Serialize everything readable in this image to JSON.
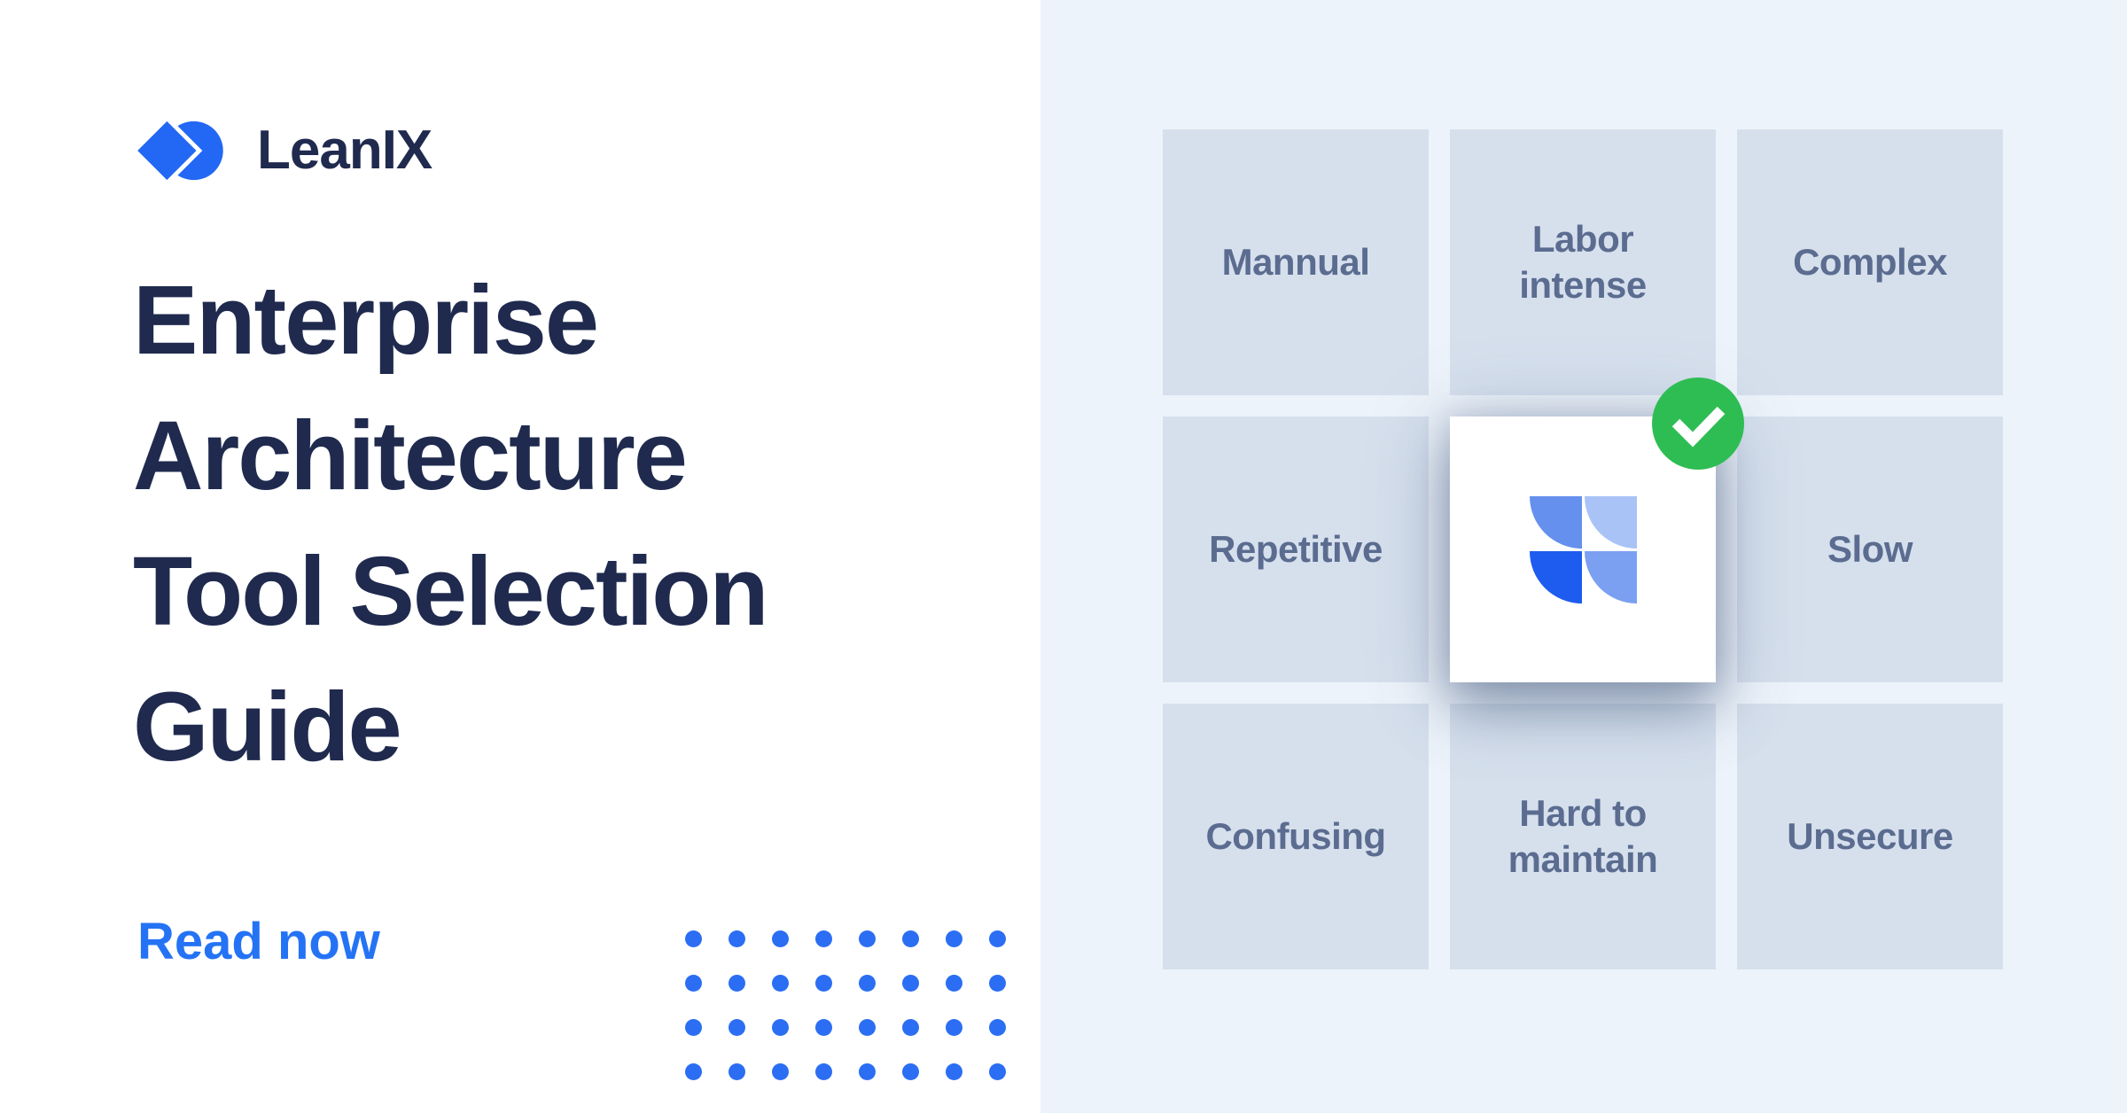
{
  "left_panel": {
    "logo": {
      "text": "LeanIX",
      "mark": "leanix-mark-icon"
    },
    "heading_lines": [
      "Enterprise",
      "Architecture",
      "Tool Selection",
      "Guide"
    ],
    "cta_label": "Read now",
    "dots": {
      "rows": 4,
      "cols": 8
    }
  },
  "right_panel": {
    "cards": [
      {
        "label": "Mannual"
      },
      {
        "label": "Labor intense"
      },
      {
        "label": "Complex"
      },
      {
        "label": "Repetitive"
      },
      {
        "label": "Slow"
      },
      {
        "label": "Confusing"
      },
      {
        "label": "Hard to maintain"
      },
      {
        "label": "Unsecure"
      }
    ],
    "center_card": {
      "icon": "jira-logo-icon",
      "badge": "check-badge-icon"
    }
  },
  "colors": {
    "accent_blue": "#2368F4",
    "cta_blue": "#2573F5",
    "navy": "#1F2A4E",
    "panel_bg": "#EDF3FA",
    "card_bg": "#D6E0ED",
    "card_text": "#5B6C90",
    "badge_green": "#2EBD53",
    "dot_blue": "#2B6EF3",
    "jira_top_left": "#6590EE",
    "jira_top_right": "#A9C3F6",
    "jira_bottom_left": "#1D5CEE",
    "jira_bottom_right": "#7B9FF1"
  }
}
